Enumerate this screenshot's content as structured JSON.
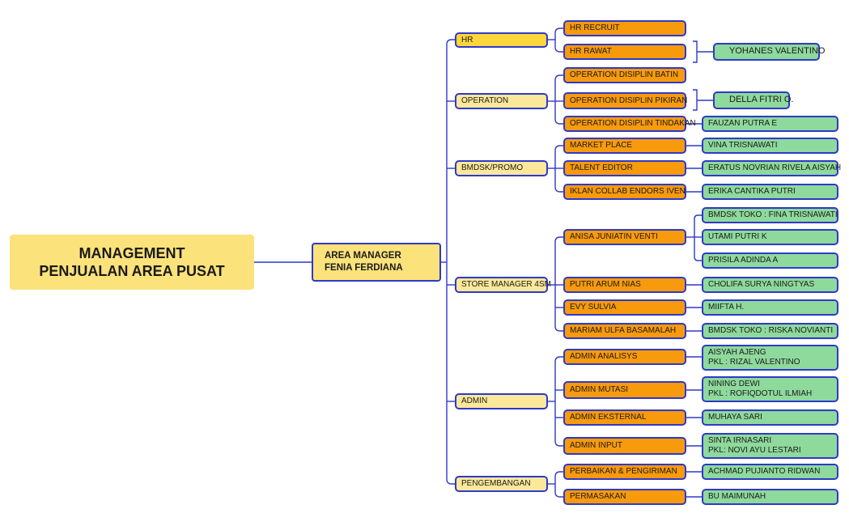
{
  "root": {
    "line1": "MANAGEMENT",
    "line2": "PENJUALAN AREA PUSAT"
  },
  "manager": {
    "line1": "AREA MANAGER",
    "line2": "FENIA FERDIANA"
  },
  "departments": {
    "hr": "HR",
    "operation": "OPERATION",
    "bmdsk": "BMDSK/PROMO",
    "store": "STORE MANAGER 4SM",
    "admin": "ADMIN",
    "pengembangan": "PENGEMBANGAN"
  },
  "roles": {
    "hr_recruit": "HR RECRUIT",
    "hr_rawat": "HR RAWAT",
    "op_batin": "OPERATION DISIPLIN BATIN",
    "op_pikiran": "OPERATION DISIPLIN PIKIRAN",
    "op_tindakan": "OPERATION DISIPLIN TINDAKAN",
    "market_place": "MARKET PLACE",
    "talent_editor": "TALENT EDITOR",
    "iklan": "IKLAN COLLAB ENDORS IVEN",
    "anisa": "ANISA JUNIATIN VENTI",
    "putri": "PUTRI ARUM NIAS",
    "evy": "EVY SULVIA",
    "mariam": "MARIAM ULFA BASAMALAH",
    "admin_analisys": "ADMIN ANALISYS",
    "admin_mutasi": "ADMIN MUTASI",
    "admin_eksternal": "ADMIN EKSTERNAL",
    "admin_input": "ADMIN INPUT",
    "perbaikan": "PERBAIKAN & PENGIRIMAN",
    "permasakan": "PERMASAKAN"
  },
  "people": {
    "yohanes": "YOHANES VALENTINO",
    "della": "DELLA FITRI O.",
    "fauzan": "FAUZAN PUTRA E",
    "vina": "VINA TRISNAWATI",
    "eratus": "ERATUS NOVRIAN RIVELA AISYAH",
    "erika": "ERIKA CANTIKA PUTRI",
    "bmdsk_fina": "BMDSK TOKO : FINA TRISNAWATI",
    "utami": "UTAMI PUTRI K",
    "prisila": "PRISILA ADINDA A",
    "cholifa": "CHOLIFA SURYA NINGTYAS",
    "miifta": "MIIFTA H.",
    "bmdsk_riska": "BMDSK TOKO : RISKA NOVIANTI",
    "aisyah_l1": "AISYAH AJENG",
    "aisyah_l2": "PKL : RIZAL VALENTINO",
    "nining_l1": "NINING DEWI",
    "nining_l2": "PKL : ROFIQDOTUL ILMIAH",
    "muhaya": "MUHAYA SARI",
    "sinta_l1": "SINTA IRNASARI",
    "sinta_l2": "PKL: NOVI AYU LESTARI",
    "achmad": "ACHMAD PUJIANTO RIDWAN",
    "bu_maimunah": "BU MAIMUNAH"
  },
  "colors": {
    "connector": "#2f39c9",
    "root_fill": "#fbe27a",
    "dept_fill": "#fbe89a",
    "dept_highlight": "#fcd63a",
    "role_fill": "#f79a0c",
    "person_fill": "#8ed99c"
  }
}
